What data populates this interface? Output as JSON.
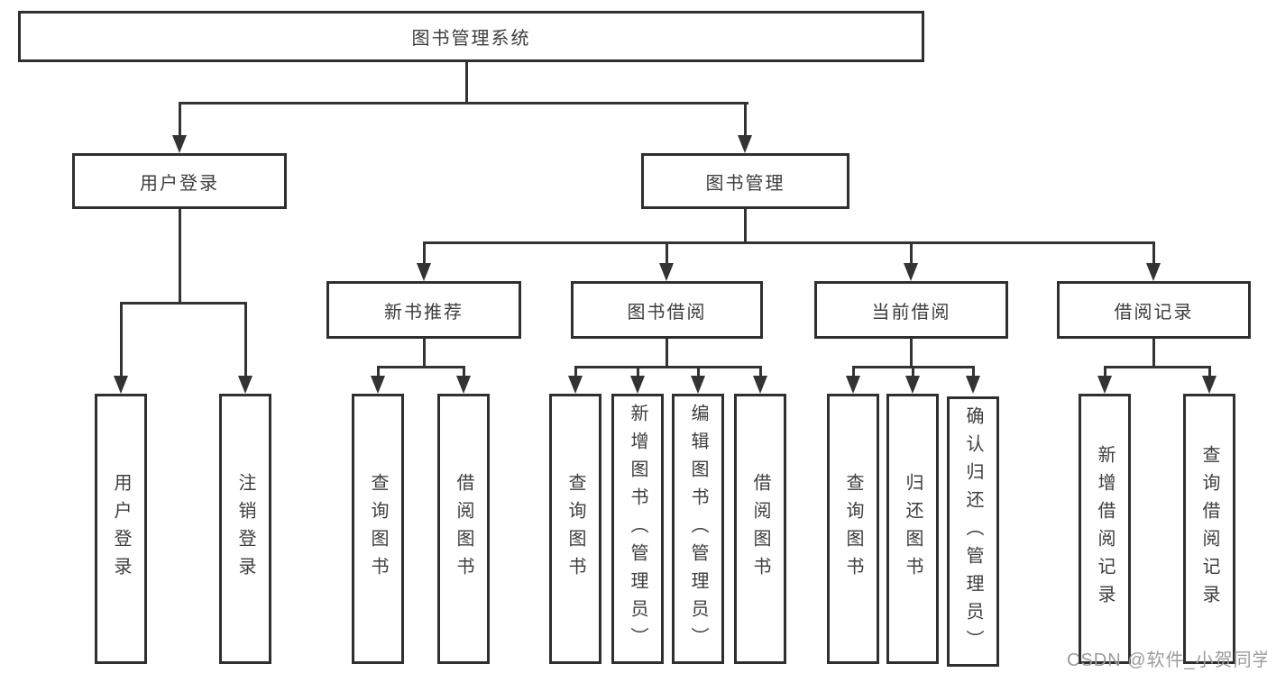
{
  "diagram": {
    "root": {
      "label": "图书管理系统"
    },
    "children": [
      {
        "label": "用户登录",
        "children": [
          {
            "label": "用户登录"
          },
          {
            "label": "注销登录"
          }
        ]
      },
      {
        "label": "图书管理",
        "children": [
          {
            "label": "新书推荐",
            "children": [
              {
                "label": "查询图书"
              },
              {
                "label": "借阅图书"
              }
            ]
          },
          {
            "label": "图书借阅",
            "children": [
              {
                "label": "查询图书"
              },
              {
                "label": "新增图书（管理员）"
              },
              {
                "label": "编辑图书（管理员）"
              },
              {
                "label": "借阅图书"
              }
            ]
          },
          {
            "label": "当前借阅",
            "children": [
              {
                "label": "查询图书"
              },
              {
                "label": "归还图书"
              },
              {
                "label": "确认归还（管理员）"
              }
            ]
          },
          {
            "label": "借阅记录",
            "children": [
              {
                "label": "新增借阅记录"
              },
              {
                "label": "查询借阅记录"
              }
            ]
          }
        ]
      }
    ]
  },
  "watermark": {
    "text": "CSDN @软件_小贺同学"
  },
  "colors": {
    "line": "#333333",
    "box_border": "#2f2f2f",
    "text": "#3d3d3d",
    "watermark": "#9c9c9c",
    "background": "#ffffff"
  }
}
